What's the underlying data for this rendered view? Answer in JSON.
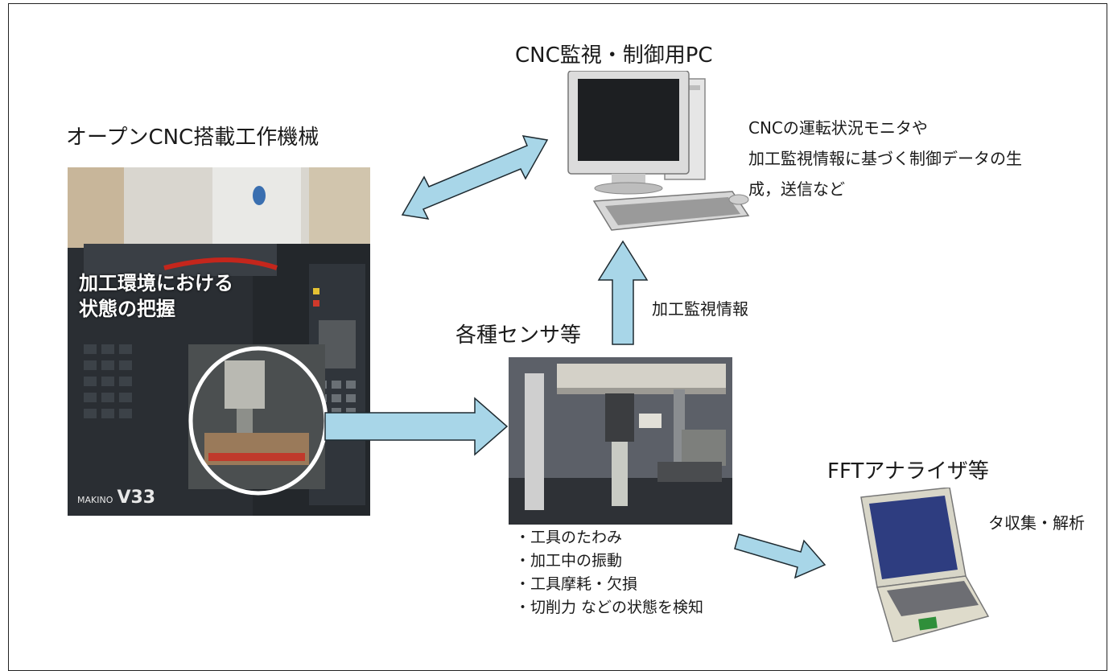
{
  "pc": {
    "title": "CNC監視・制御用PC",
    "desc_lines": [
      "CNCの運転状況モニタや",
      "加工監視情報に基づく制御データの生",
      "成，送信など"
    ]
  },
  "machine": {
    "title": "オープンCNC搭載工作機械",
    "overlay_lines": [
      "加工環境における",
      "状態の把握"
    ],
    "brand": "MAKINO",
    "model": "V33"
  },
  "sensors": {
    "title": "各種センサ等",
    "info_label": "加工監視情報",
    "detect_items": [
      "・工具のたわみ",
      "・加工中の振動",
      "・工具摩耗・欠損",
      "・切削力  などの状態を検知"
    ]
  },
  "analyzer": {
    "title": "FFTアナライザ等",
    "desc": "タ収集・解析"
  },
  "colors": {
    "arrow_fill": "#a8d6e8",
    "arrow_stroke": "#1e2a30"
  }
}
